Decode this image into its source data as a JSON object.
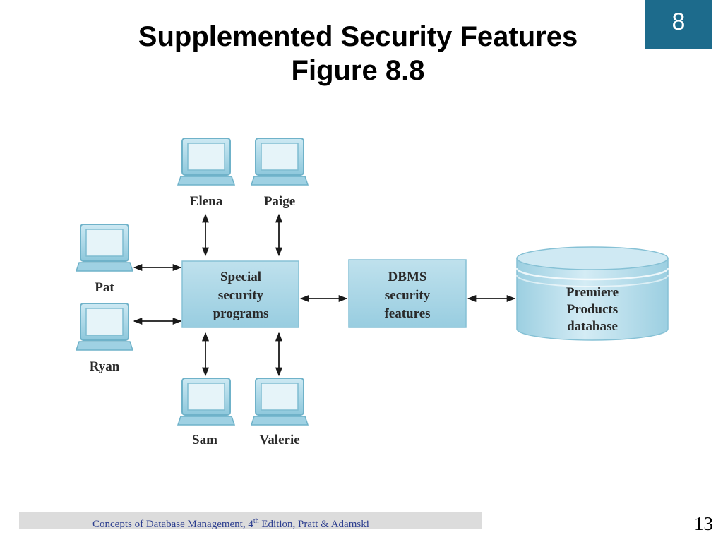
{
  "slide": {
    "title_line1": "Supplemented Security Features",
    "title_line2": "Figure 8.8",
    "chapter_number": "8",
    "page_number": "13",
    "badge_color": "#1d6b8c"
  },
  "footer": {
    "text_before": "Concepts of Database Management, 4",
    "superscript": "th",
    "text_after": " Edition, Pratt & Adamski"
  },
  "diagram": {
    "users": {
      "elena": "Elena",
      "paige": "Paige",
      "pat": "Pat",
      "ryan": "Ryan",
      "sam": "Sam",
      "valerie": "Valerie"
    },
    "security_programs": [
      "Special",
      "security",
      "programs"
    ],
    "dbms_features": [
      "DBMS",
      "security",
      "features"
    ],
    "database": [
      "Premiere",
      "Products",
      "database"
    ],
    "colors": {
      "box_fill": "#a9d6e5",
      "laptop_fill": "#9fd1e3",
      "arrow": "#1a1a1a"
    }
  }
}
